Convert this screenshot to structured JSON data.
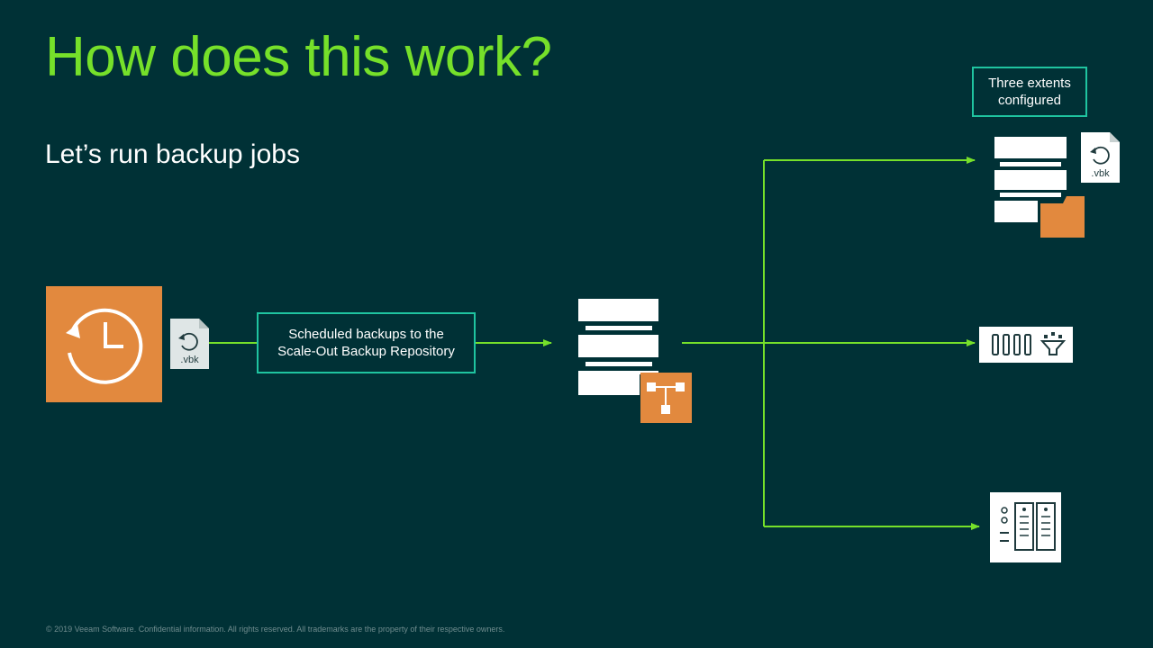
{
  "slide": {
    "title": "How does this work?",
    "subtitle": "Let’s run backup jobs",
    "footer": "© 2019 Veeam Software. Confidential information. All rights reserved. All trademarks are the property of their respective owners."
  },
  "labels": {
    "extents_line1": "Three extents",
    "extents_line2": "configured",
    "scheduled_line1": "Scheduled backups to the",
    "scheduled_line2": "Scale-Out Backup Repository",
    "vbk_left": ".vbk",
    "vbk_top": ".vbk"
  },
  "colors": {
    "background": "#003136",
    "accent_green": "#76e02a",
    "box_border": "#1fc4a0",
    "orange": "#e2893e",
    "white": "#ffffff"
  },
  "icons": [
    "backup-schedule-icon",
    "vbk-file-icon",
    "scale-out-repository-icon",
    "extent-repository-icon",
    "deduplication-appliance-icon",
    "storage-server-icon"
  ]
}
